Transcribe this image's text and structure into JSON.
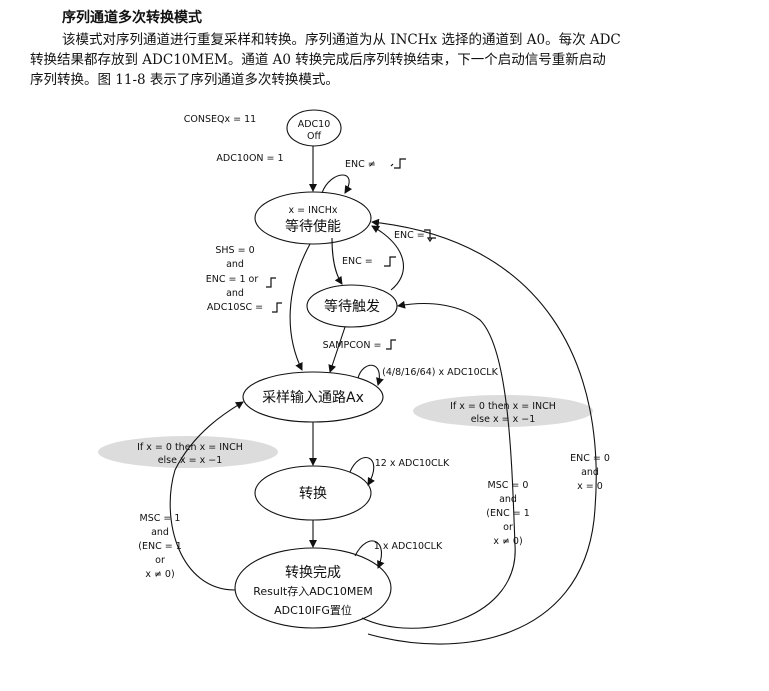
{
  "section": {
    "title": "序列通道多次转换模式",
    "lines": [
      "该模式对序列通道进行重复采样和转换。序列通道为从 INCHx 选择的通道到 A0。每次 ADC",
      "转换结果都存放到 ADC10MEM。通道 A0 转换完成后序列转换结束，下一个启动信号重新启动",
      "序列转换。图 11-8 表示了序列通道多次转换模式。"
    ]
  },
  "diagram": {
    "conseq_label": "CONSEQx = 11",
    "off_state": [
      "ADC10",
      "Off"
    ],
    "adc10on_label": "ADC10ON = 1",
    "enc_not_label": "ENC ≠",
    "enc_fall_label": "ENC =",
    "enc_rise_label": "ENC =",
    "wait_enable": [
      "x = INCHx",
      "等待使能"
    ],
    "shs_label": [
      "SHS = 0",
      "and",
      "ENC =  1 or",
      "and",
      "ADC10SC ="
    ],
    "wait_trigger": "等待触发",
    "sampcon_label": "SAMPCON =",
    "sample_clk_label": "(4/8/16/64) x ADC10CLK",
    "sample_state": "采样输入通路Ax",
    "left_gray": [
      "If x = 0 then x = INCH",
      "else x = x −1"
    ],
    "right_gray": [
      "If x = 0 then x = INCH",
      "else x = x −1"
    ],
    "convert_clk_label": "12 x ADC10CLK",
    "convert_state": "转换",
    "msc_left": [
      "MSC = 1",
      "and",
      "(ENC = 1",
      "or",
      "x ≠ 0)"
    ],
    "msc_right": [
      "MSC = 0",
      "and",
      "(ENC = 1",
      "or",
      "x ≠ 0)"
    ],
    "enc0_label": [
      "ENC = 0",
      "and",
      "x = 0"
    ],
    "done_clk_label": "1 x ADC10CLK",
    "done_state": [
      "转换完成",
      "Result存入ADC10MEM",
      "ADC10IFG置位"
    ]
  }
}
